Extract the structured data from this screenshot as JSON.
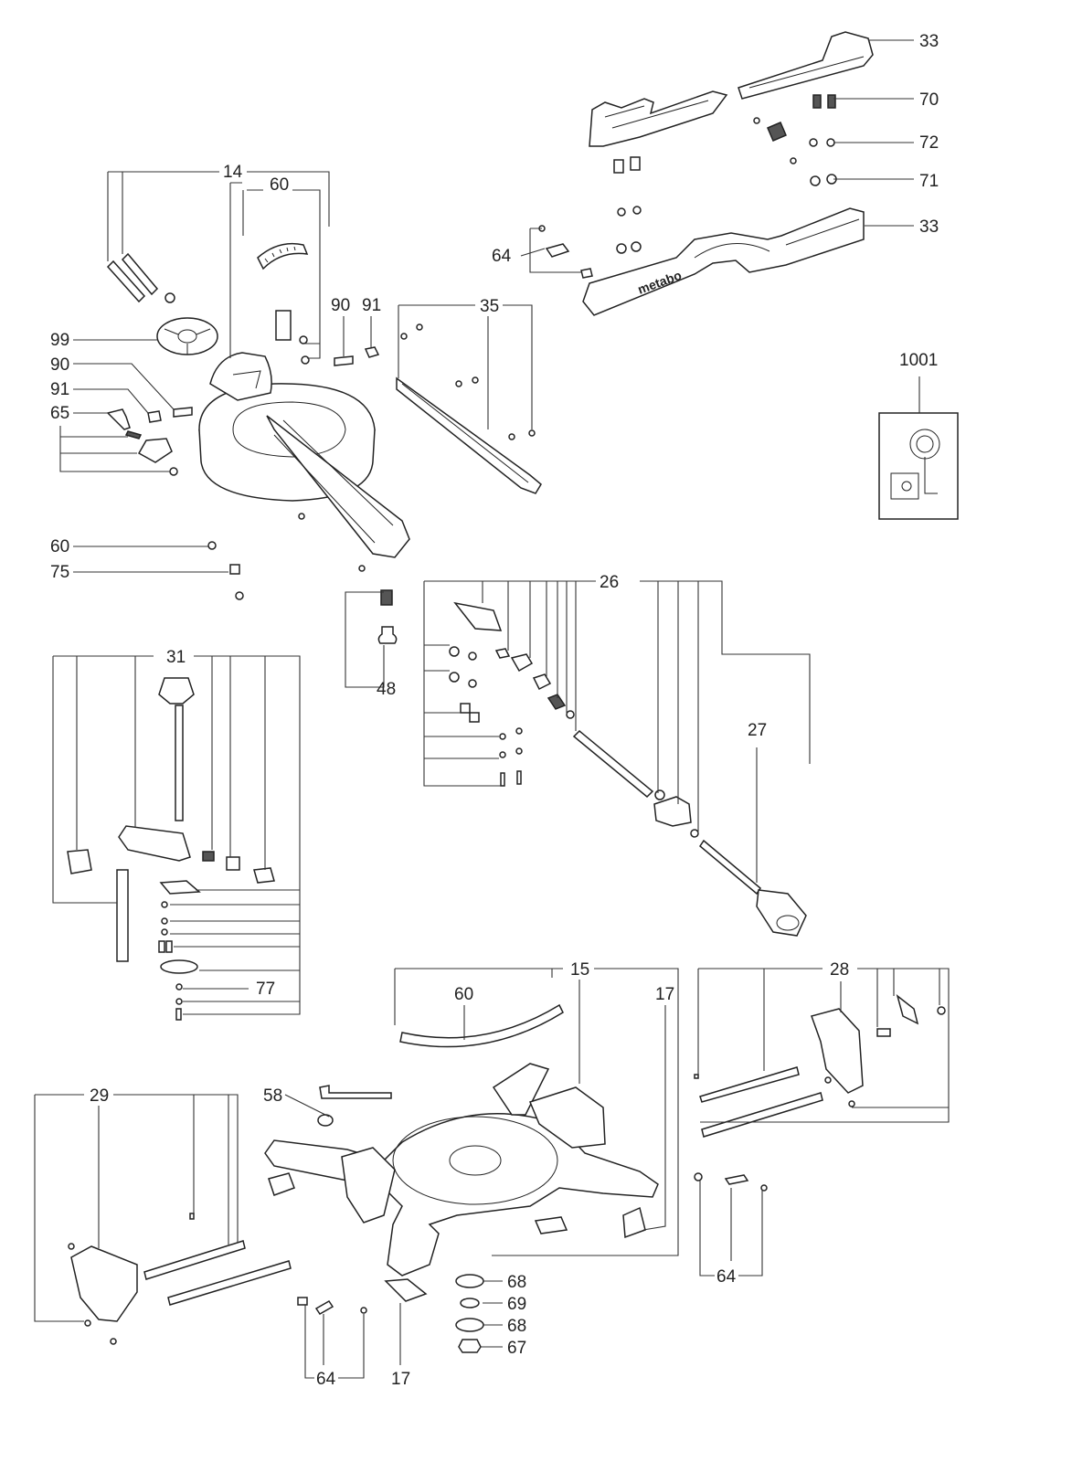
{
  "callouts": {
    "c33a": "33",
    "c70": "70",
    "c72": "72",
    "c71": "71",
    "c33b": "33",
    "c64a": "64",
    "c14": "14",
    "c60a": "60",
    "c99": "99",
    "c90a": "90",
    "c91a": "91",
    "c90b": "90",
    "c91b": "91",
    "c65": "65",
    "c35": "35",
    "c1001": "1001",
    "c60b": "60",
    "c75": "75",
    "c48": "48",
    "c26": "26",
    "c27": "27",
    "c31": "31",
    "c77": "77",
    "c15": "15",
    "c60c": "60",
    "c17a": "17",
    "c28": "28",
    "c29": "29",
    "c58": "58",
    "c68a": "68",
    "c69": "69",
    "c68b": "68",
    "c67": "67",
    "c64b": "64",
    "c64c": "64",
    "c17b": "17"
  },
  "brand_text": "metabo"
}
